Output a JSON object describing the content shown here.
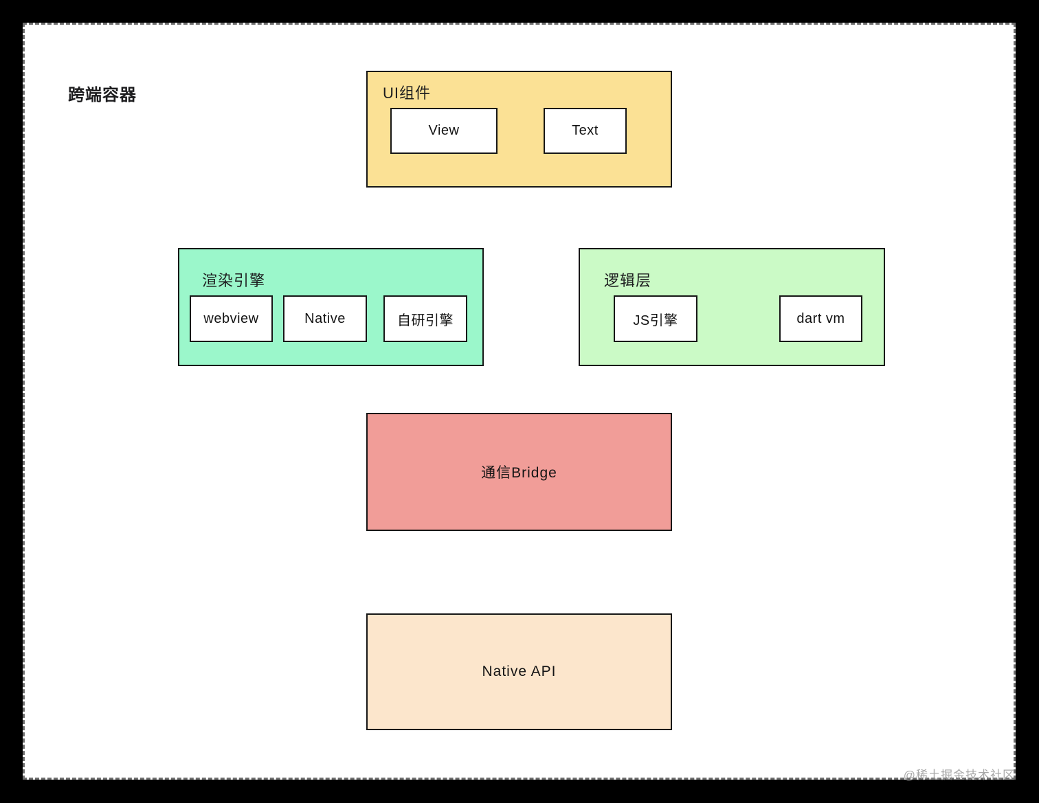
{
  "canvas": {
    "title": "跨端容器",
    "watermark": "@稀土掘金技术社区"
  },
  "colors": {
    "page_bg": "#000000",
    "canvas_bg": "#ffffff",
    "box_border": "#161616",
    "ui_components_bg": "#FBE195",
    "render_engine_bg": "#9BF7CB",
    "logic_layer_bg": "#CBFAC6",
    "bridge_bg": "#F19D98",
    "native_api_bg": "#FCE6CC",
    "watermark_text": "#999999"
  },
  "diagram": {
    "type": "block-diagram",
    "groups": [
      {
        "label": "UI组件",
        "children": [
          {
            "label": "View"
          },
          {
            "label": "Text"
          }
        ]
      },
      {
        "label": "渲染引擎",
        "children": [
          {
            "label": "webview"
          },
          {
            "label": "Native"
          },
          {
            "label": "自研引擎"
          }
        ]
      },
      {
        "label": "逻辑层",
        "children": [
          {
            "label": "JS引擎"
          },
          {
            "label": "dart vm"
          }
        ]
      },
      {
        "label": "通信Bridge",
        "children": []
      },
      {
        "label": "Native API",
        "children": []
      }
    ]
  }
}
